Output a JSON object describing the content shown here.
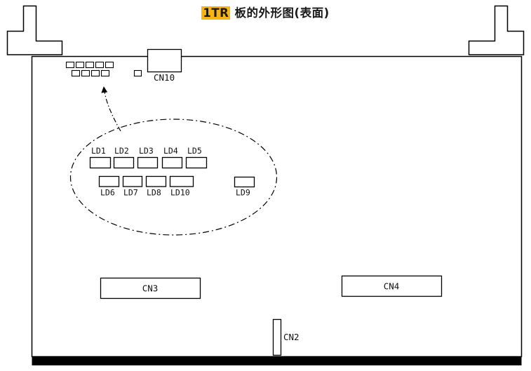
{
  "title": {
    "highlight": "1TR",
    "rest": " 板的外形图(表面)"
  },
  "colors": {
    "highlight_bg": "#F7B413",
    "line": "#000000"
  },
  "connectors": {
    "cn10": "CN10",
    "cn3": "CN3",
    "cn4": "CN4",
    "cn2": "CN2"
  },
  "leds": {
    "top_row": [
      "LD1",
      "LD2",
      "LD3",
      "LD4",
      "LD5"
    ],
    "bottom_row": [
      "LD6",
      "LD7",
      "LD8",
      "LD10"
    ],
    "separate": "LD9"
  }
}
